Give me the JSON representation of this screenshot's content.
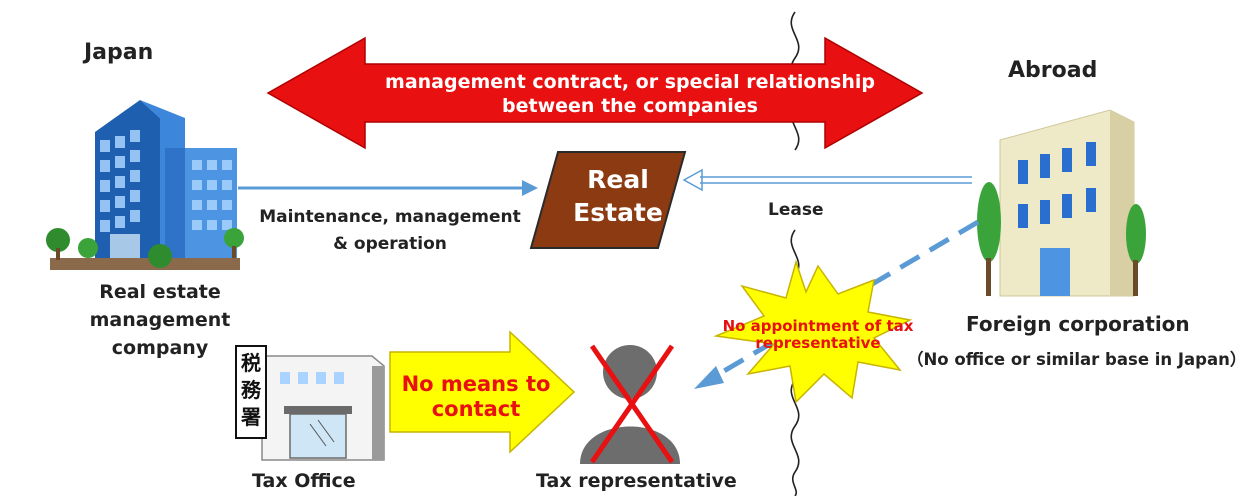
{
  "labels": {
    "japan": "Japan",
    "abroad": "Abroad",
    "real_estate_company": "Real estate management company",
    "maintenance": "Maintenance, management & operation",
    "real_estate": "Real Estate",
    "lease": "Lease",
    "foreign_corporation": "Foreign corporation",
    "no_office": "（No office or similar base in Japan）",
    "tax_office": "Tax Office",
    "tax_office_sign": "税務署",
    "no_means": "No means to contact",
    "tax_representative": "Tax representative",
    "no_appointment": "No appointment of tax representative",
    "contract": "management contract, or special relationship between the companies"
  },
  "colors": {
    "arrow_red": "#e81010",
    "arrow_yellow": "#ffff00",
    "building_blue": "#2f73c9",
    "real_estate_brown": "#8b3a12",
    "connector_blue": "#5b9bd5",
    "cross_red": "#e81010"
  },
  "icons": [
    "office-building-icon",
    "foreign-building-icon",
    "tax-office-icon",
    "person-icon",
    "cross-icon",
    "starburst-icon"
  ]
}
